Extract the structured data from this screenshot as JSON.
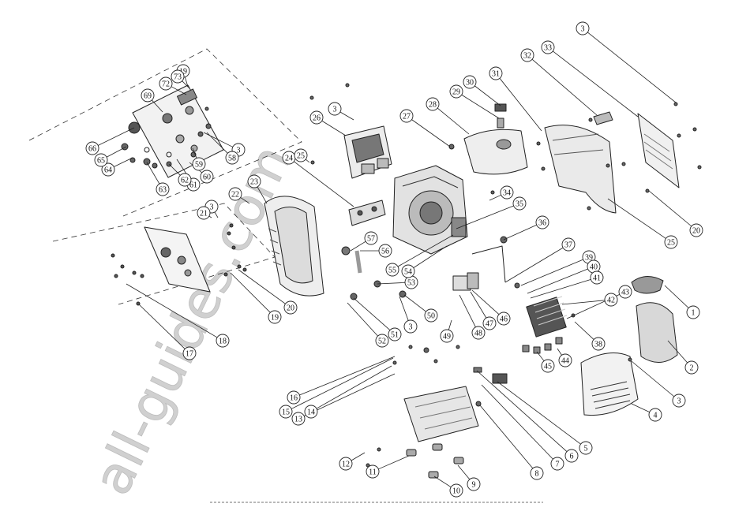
{
  "diagram": {
    "watermark": "all-guides.com",
    "callouts": [
      {
        "label": "1"
      },
      {
        "label": "2"
      },
      {
        "label": "3"
      },
      {
        "label": "3"
      },
      {
        "label": "3"
      },
      {
        "label": "3"
      },
      {
        "label": "3"
      },
      {
        "label": "3"
      },
      {
        "label": "4"
      },
      {
        "label": "5"
      },
      {
        "label": "6"
      },
      {
        "label": "7"
      },
      {
        "label": "8"
      },
      {
        "label": "9"
      },
      {
        "label": "10"
      },
      {
        "label": "11"
      },
      {
        "label": "12"
      },
      {
        "label": "13"
      },
      {
        "label": "14"
      },
      {
        "label": "15"
      },
      {
        "label": "16"
      },
      {
        "label": "17"
      },
      {
        "label": "18"
      },
      {
        "label": "19"
      },
      {
        "label": "19"
      },
      {
        "label": "20"
      },
      {
        "label": "20"
      },
      {
        "label": "21"
      },
      {
        "label": "22"
      },
      {
        "label": "23"
      },
      {
        "label": "24"
      },
      {
        "label": "25"
      },
      {
        "label": "25"
      },
      {
        "label": "26"
      },
      {
        "label": "27"
      },
      {
        "label": "28"
      },
      {
        "label": "29"
      },
      {
        "label": "30"
      },
      {
        "label": "31"
      },
      {
        "label": "32"
      },
      {
        "label": "33"
      },
      {
        "label": "34"
      },
      {
        "label": "35"
      },
      {
        "label": "36"
      },
      {
        "label": "37"
      },
      {
        "label": "38"
      },
      {
        "label": "39"
      },
      {
        "label": "40"
      },
      {
        "label": "41"
      },
      {
        "label": "42"
      },
      {
        "label": "43"
      },
      {
        "label": "44"
      },
      {
        "label": "45"
      },
      {
        "label": "46"
      },
      {
        "label": "47"
      },
      {
        "label": "48"
      },
      {
        "label": "49"
      },
      {
        "label": "50"
      },
      {
        "label": "51"
      },
      {
        "label": "52"
      },
      {
        "label": "53"
      },
      {
        "label": "54"
      },
      {
        "label": "55"
      },
      {
        "label": "56"
      },
      {
        "label": "57"
      },
      {
        "label": "58"
      },
      {
        "label": "59"
      },
      {
        "label": "60"
      },
      {
        "label": "61"
      },
      {
        "label": "62"
      },
      {
        "label": "63"
      },
      {
        "label": "64"
      },
      {
        "label": "65"
      },
      {
        "label": "66"
      },
      {
        "label": "69"
      },
      {
        "label": "72"
      },
      {
        "label": "73"
      }
    ],
    "colors": {
      "line": "#222222",
      "part_fill": "#e6e6e6",
      "part_dark": "#555555",
      "watermark": "#cfcfcf"
    }
  }
}
